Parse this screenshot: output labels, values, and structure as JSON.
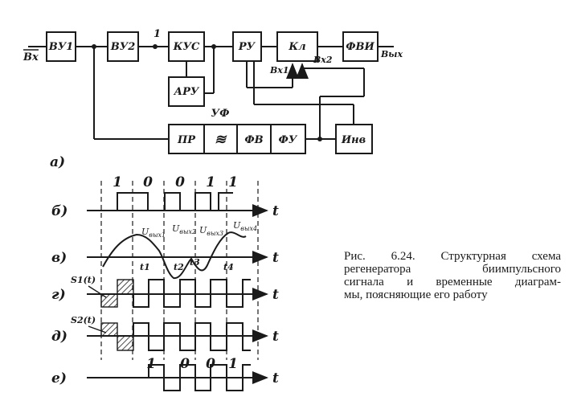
{
  "blocks": {
    "vu1": "ВУ1",
    "vu2": "ВУ2",
    "kus": "КУС",
    "ru": "РУ",
    "kl": "Кл",
    "fvi": "ФВИ",
    "aru": "АРУ",
    "pr": "ПР",
    "filter": "≋",
    "fv": "ФВ",
    "fu": "ФУ",
    "inv": "Инв"
  },
  "labels": {
    "input": "Вх",
    "output": "Вых",
    "node_1": "1",
    "kl_in1": "Вх1",
    "kl_in2": "Вх2",
    "uf": "УФ"
  },
  "diagram_labels": {
    "a": "а)",
    "b": "б)",
    "v": "в)",
    "g": "г)",
    "d": "д)",
    "e": "е)"
  },
  "bits_top": [
    "1",
    "0",
    "0",
    "1",
    "1"
  ],
  "bits_bottom": [
    "1",
    "0",
    "0",
    "1"
  ],
  "time_axis": "t",
  "signals": {
    "u1": "Uвых1",
    "u2": "Uвых2",
    "u3": "Uвых3",
    "u4": "Uвых4",
    "t1": "t1",
    "t2": "t2",
    "t3": "t3",
    "t4": "t4",
    "s1": "S1(t)",
    "s2": "S2(t)"
  },
  "caption": {
    "line1": "Рис. 6.24. Структурная схема",
    "line2": "регенератора биимпульсного",
    "line3": "сигнала и временные диаграм-",
    "line4": "мы, поясняющие его работу"
  }
}
